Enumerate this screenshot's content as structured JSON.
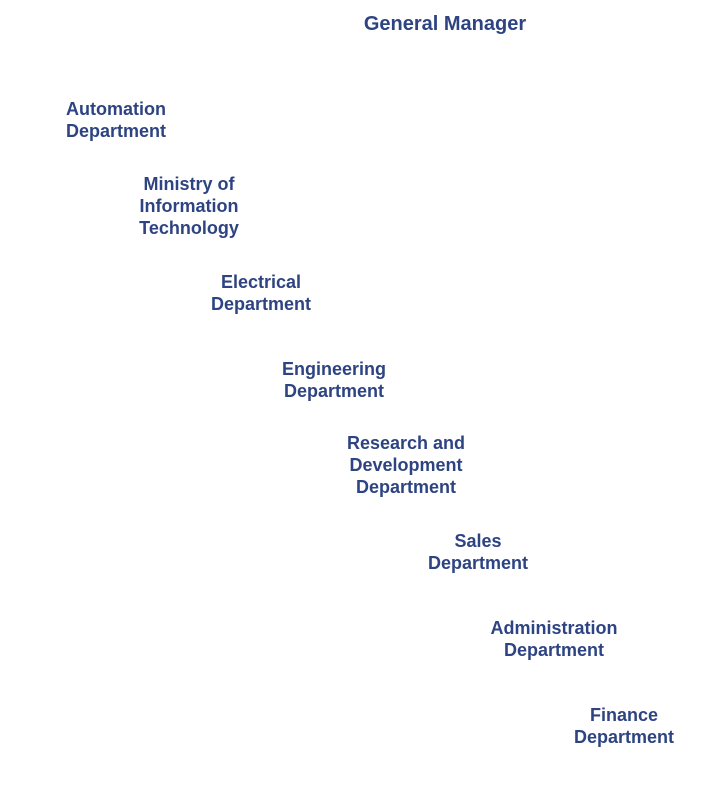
{
  "org_chart": {
    "root": {
      "label": "General Manager"
    },
    "departments": [
      {
        "id": "automation",
        "label": "Automation\nDepartment"
      },
      {
        "id": "it",
        "label": "Ministry of\nInformation\nTechnology"
      },
      {
        "id": "electrical",
        "label": "Electrical\nDepartment"
      },
      {
        "id": "engineering",
        "label": "Engineering\nDepartment"
      },
      {
        "id": "rd",
        "label": "Research and\nDevelopment\nDepartment"
      },
      {
        "id": "sales",
        "label": "Sales\nDepartment"
      },
      {
        "id": "admin",
        "label": "Administration\nDepartment"
      },
      {
        "id": "finance",
        "label": "Finance\nDepartment"
      }
    ]
  },
  "colors": {
    "text": "#2e4482",
    "background": "#ffffff"
  }
}
